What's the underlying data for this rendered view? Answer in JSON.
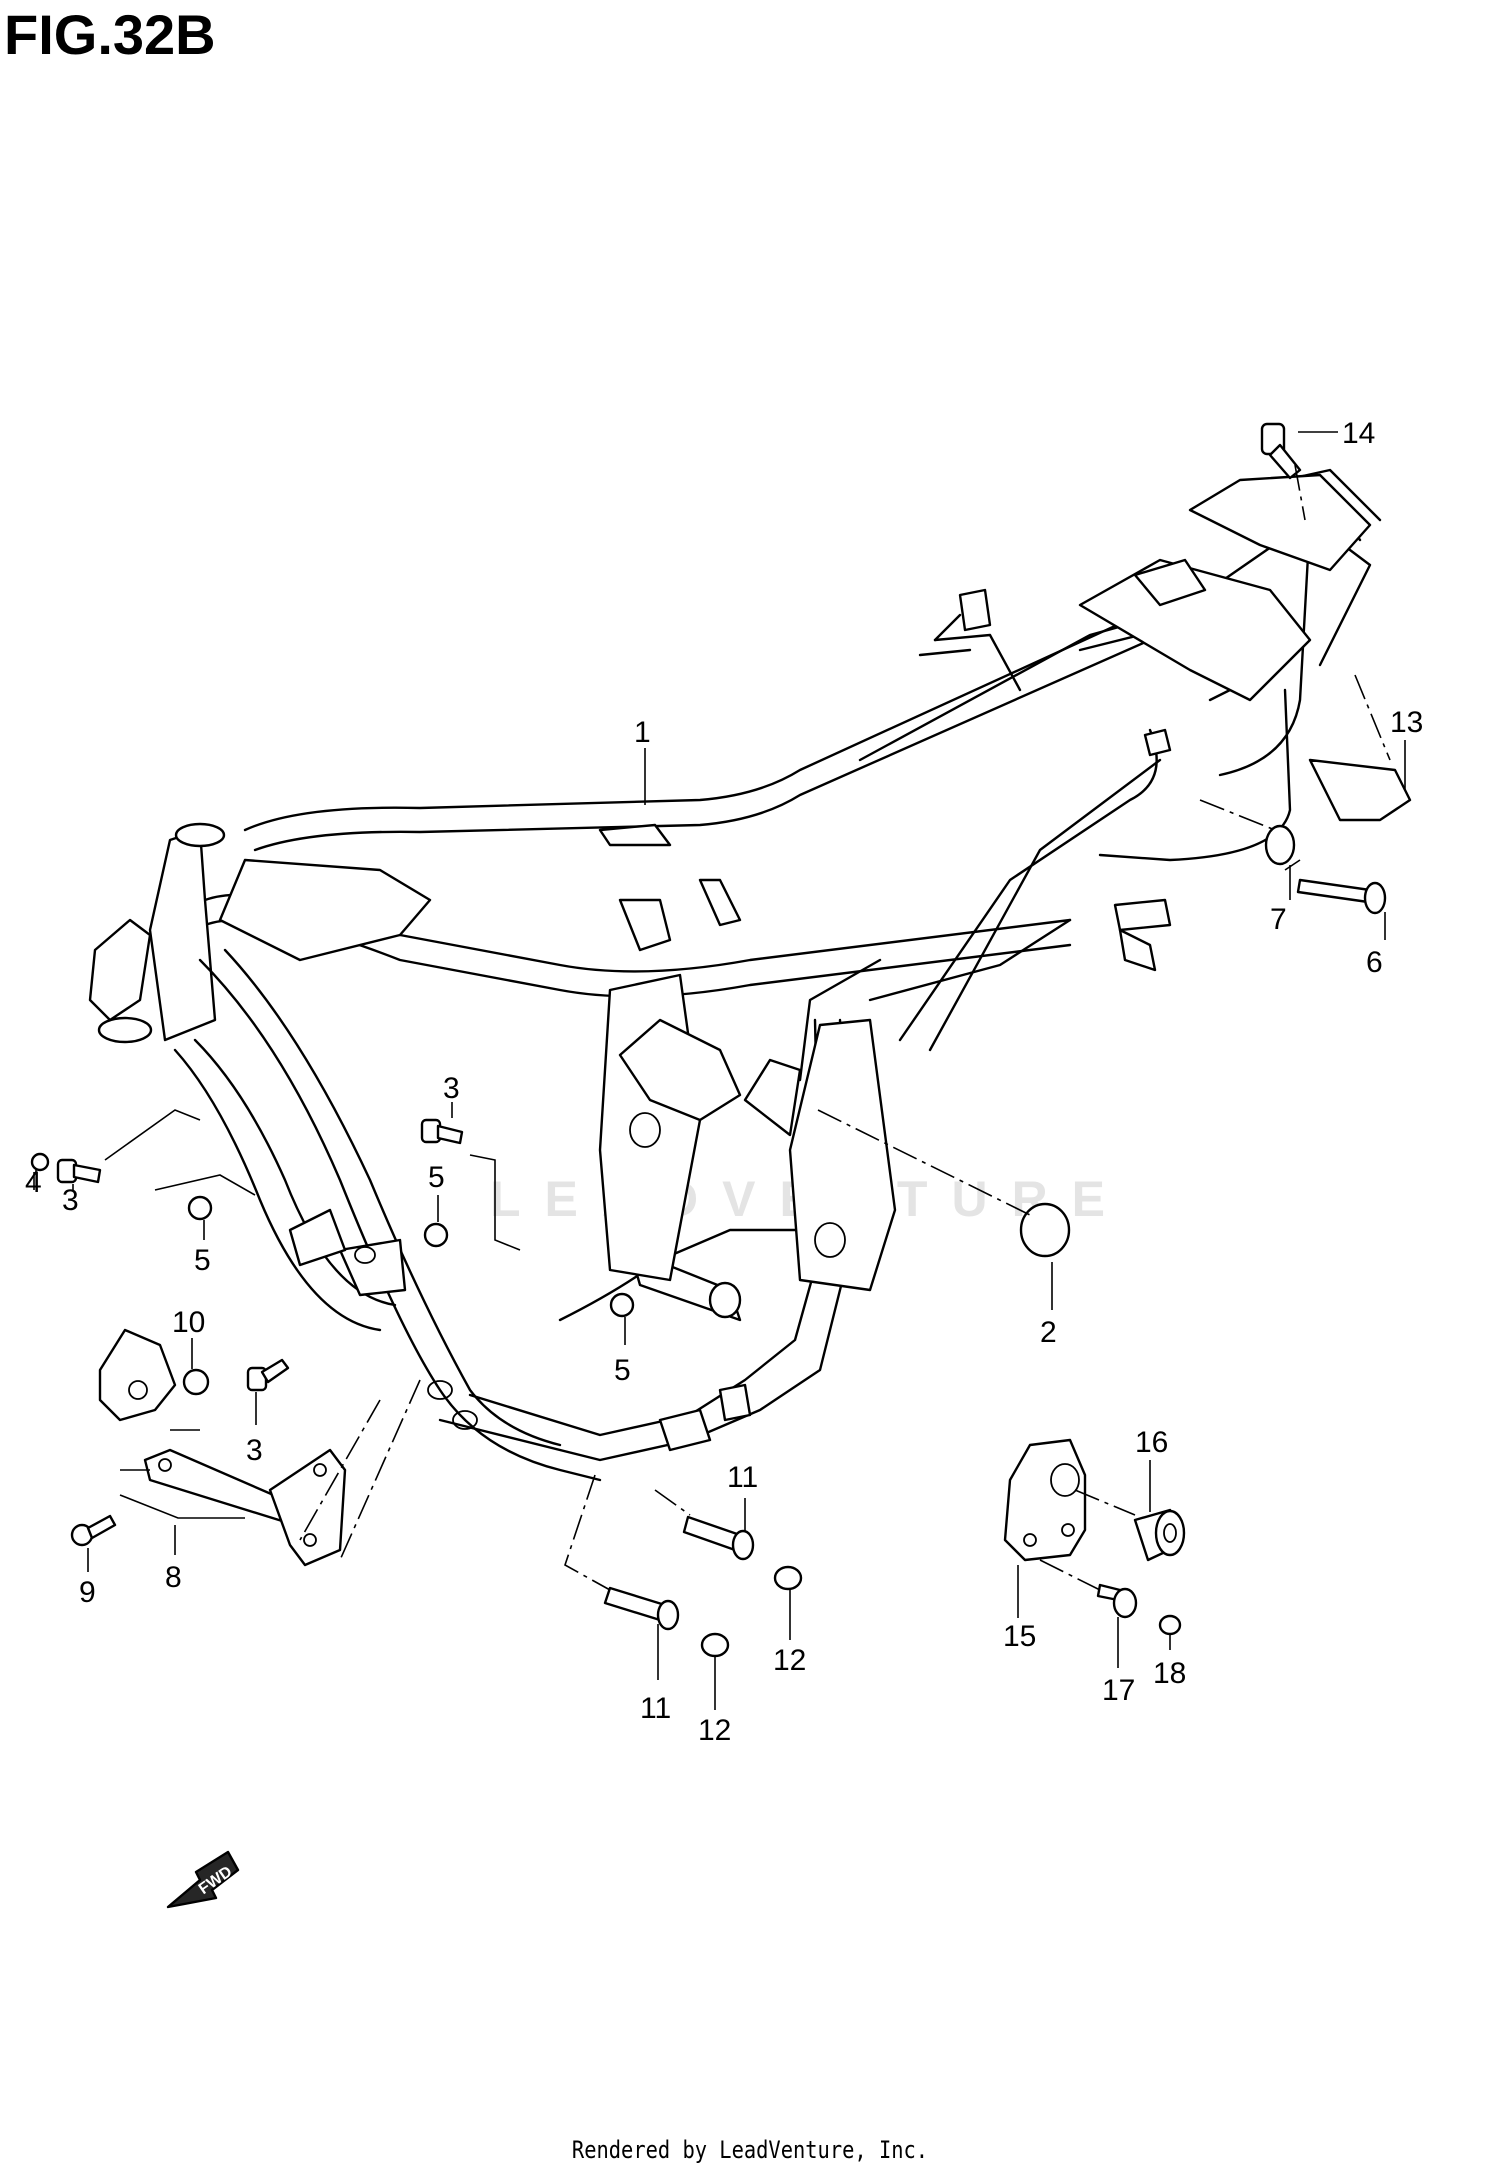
{
  "figure_title": "FIG.32B",
  "footer": "Rendered by LeadVenture, Inc.",
  "watermark": "LEADVENTURE",
  "fwd_label": "FWD",
  "callouts": [
    {
      "id": "c1",
      "label": "1"
    },
    {
      "id": "c2",
      "label": "2"
    },
    {
      "id": "c3a",
      "label": "3"
    },
    {
      "id": "c3b",
      "label": "3"
    },
    {
      "id": "c3c",
      "label": "3"
    },
    {
      "id": "c4",
      "label": "4"
    },
    {
      "id": "c5a",
      "label": "5"
    },
    {
      "id": "c5b",
      "label": "5"
    },
    {
      "id": "c5c",
      "label": "5"
    },
    {
      "id": "c6",
      "label": "6"
    },
    {
      "id": "c7",
      "label": "7"
    },
    {
      "id": "c8",
      "label": "8"
    },
    {
      "id": "c9",
      "label": "9"
    },
    {
      "id": "c10",
      "label": "10"
    },
    {
      "id": "c11a",
      "label": "11"
    },
    {
      "id": "c11b",
      "label": "11"
    },
    {
      "id": "c12a",
      "label": "12"
    },
    {
      "id": "c12b",
      "label": "12"
    },
    {
      "id": "c13",
      "label": "13"
    },
    {
      "id": "c14",
      "label": "14"
    },
    {
      "id": "c15",
      "label": "15"
    },
    {
      "id": "c16",
      "label": "16"
    },
    {
      "id": "c17",
      "label": "17"
    },
    {
      "id": "c18",
      "label": "18"
    }
  ]
}
